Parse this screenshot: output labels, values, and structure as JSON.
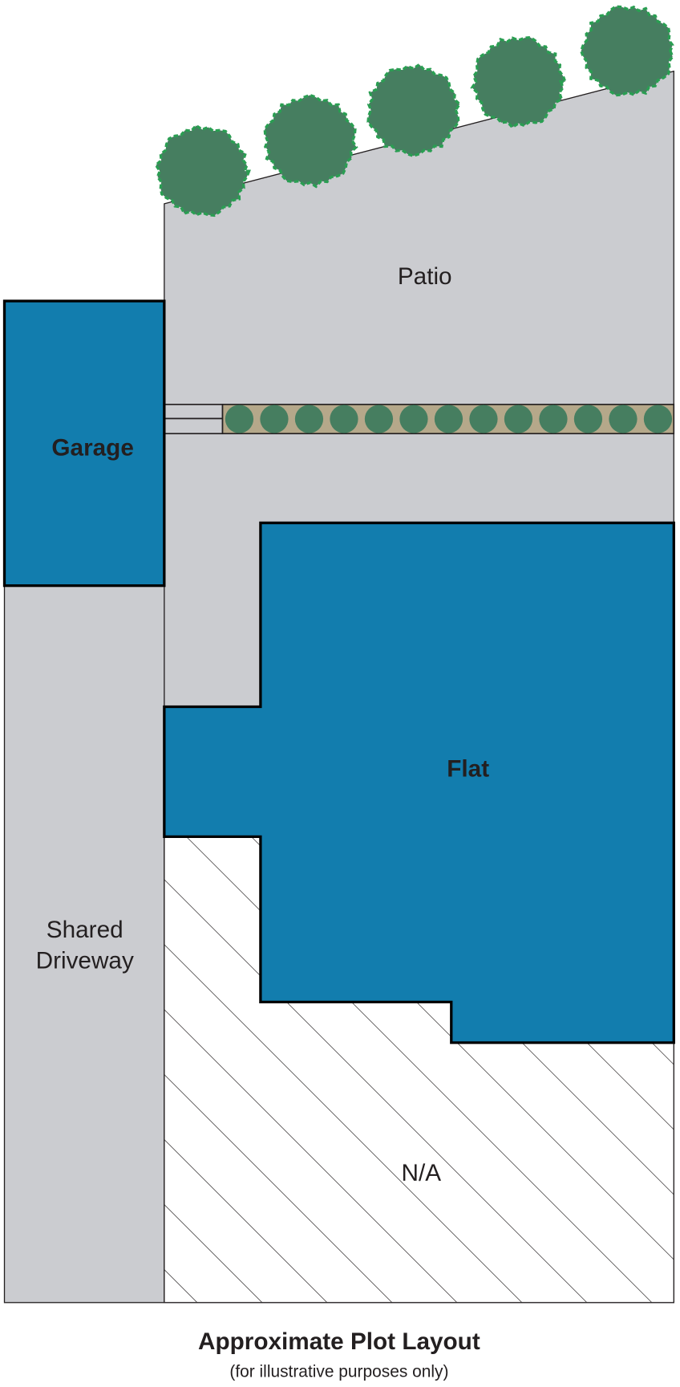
{
  "labels": {
    "patio": "Patio",
    "garage": "Garage",
    "flat": "Flat",
    "driveway_line1": "Shared",
    "driveway_line2": "Driveway",
    "na": "N/A"
  },
  "caption": {
    "title": "Approximate Plot Layout",
    "subtitle": "(for illustrative purposes only)"
  },
  "colors": {
    "building": "#127dae",
    "paving": "#cbccd0",
    "hedge_bed": "#b5a88a",
    "tree": "#467e60",
    "tree_edge": "#2a9e52"
  },
  "icons": {
    "tree": "tree-icon",
    "hedge": "hedge-shrub-icon"
  }
}
